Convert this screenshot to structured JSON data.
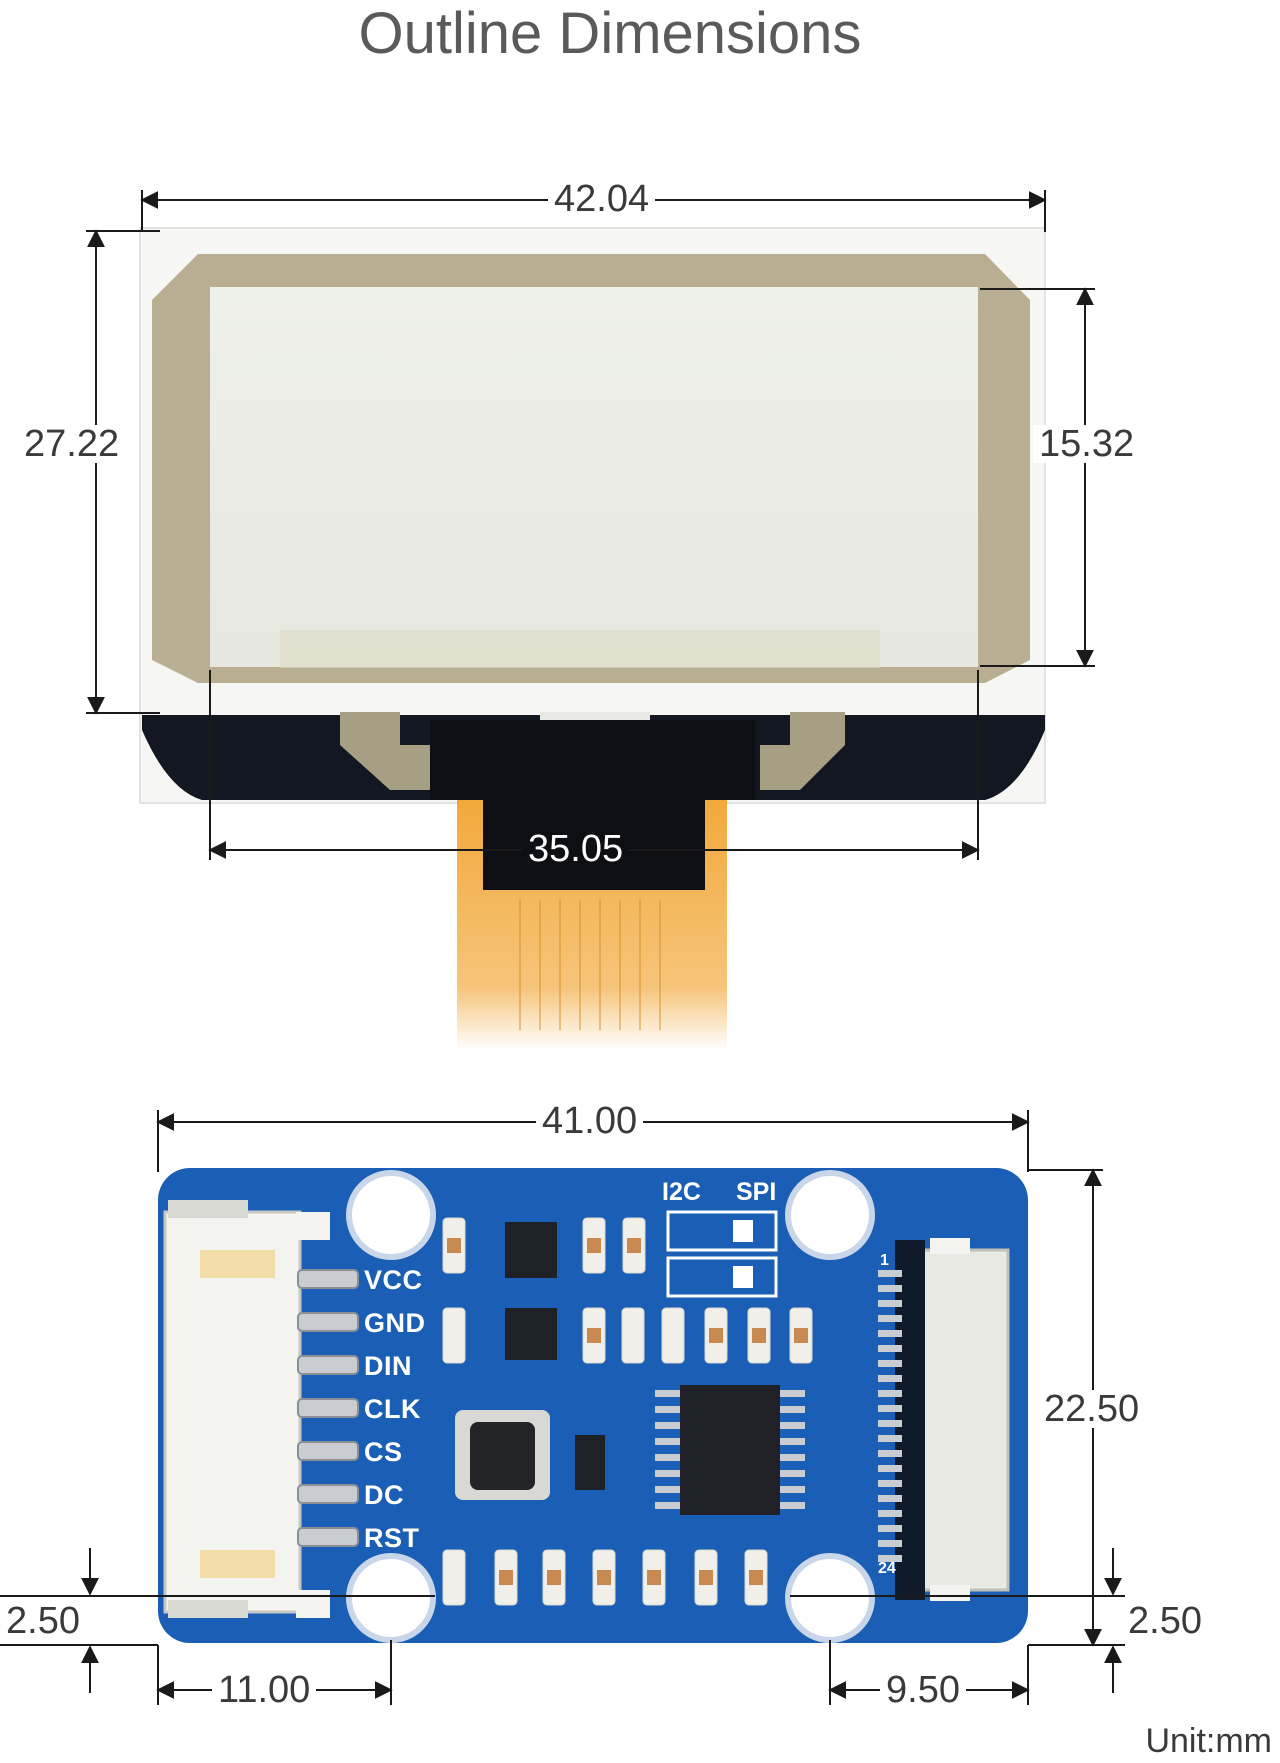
{
  "title": "Outline Dimensions",
  "unit_label": "Unit:mm",
  "colors": {
    "pcb_blue": "#1a5fb5",
    "fpc_orange": "#f2a93b",
    "panel_gold": "#b9ad92",
    "dimension_line": "#1a1a1a"
  },
  "oled_dimensions": {
    "overall_width": "42.04",
    "overall_height": "27.22",
    "active_height": "15.32",
    "active_width": "35.05"
  },
  "board_dimensions": {
    "width": "41.00",
    "height": "22.50",
    "left_hole_offset_y": "2.50",
    "right_hole_offset_y": "2.50",
    "left_hole_offset_x": "11.00",
    "right_hole_offset_x": "9.50"
  },
  "board_labels": {
    "pins": [
      "VCC",
      "GND",
      "DIN",
      "CLK",
      "CS",
      "DC",
      "RST"
    ],
    "interface_i2c": "I2C",
    "interface_spi": "SPI",
    "fpc_pin_first": "1",
    "fpc_pin_last": "24"
  }
}
